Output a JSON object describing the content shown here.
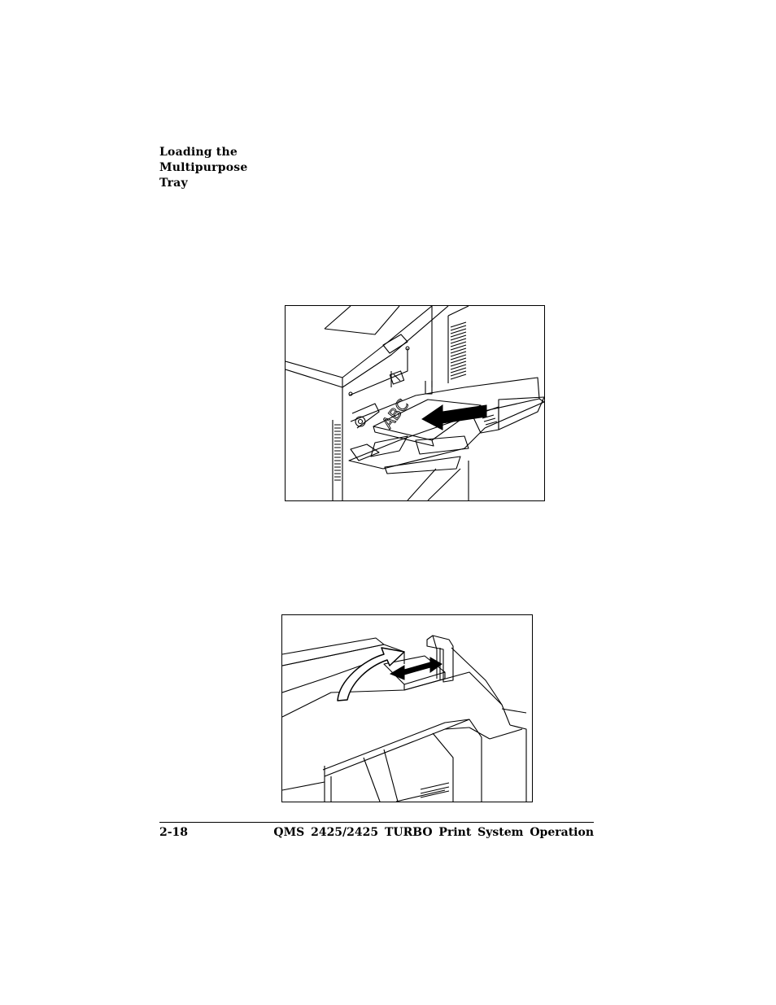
{
  "section": {
    "heading_lines": [
      "Loading the",
      "Multipurpose",
      "Tray"
    ]
  },
  "figures": [
    {
      "label": "ABC",
      "icon": "printer-multipurpose-tray-loading-illustration"
    },
    {
      "icon": "printer-top-tray-guide-illustration"
    }
  ],
  "footer": {
    "page_number": "2-18",
    "running_title": "QMS 2425/2425 TURBO Print System Operation"
  }
}
